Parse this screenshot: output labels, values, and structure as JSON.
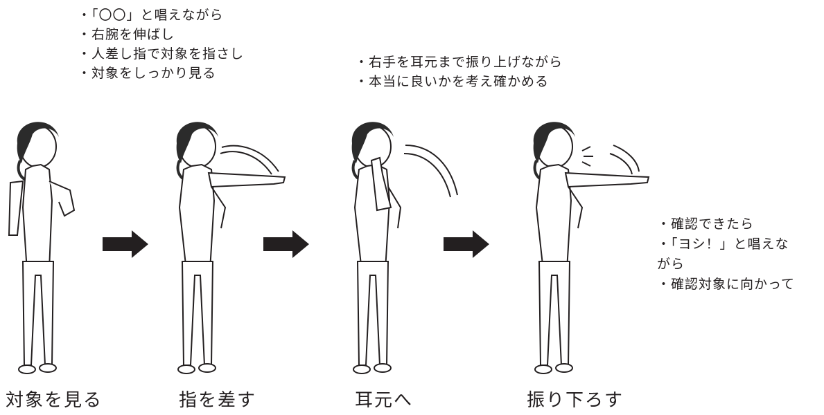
{
  "notes": {
    "step2": [
      "・「〇〇」と唱えながら",
      "・右腕を伸ばし",
      "・人差し指で対象を指さし",
      "・対象をしっかり見る"
    ],
    "step4": [
      "・右手を耳元まで振り上げながら",
      "・本当に良いかを考え確かめる"
    ],
    "step5": [
      "・確認できたら",
      "・「ヨシ！」と唱えな",
      "がら",
      "・確認対象に向かって"
    ]
  },
  "captions": [
    "対象を見る",
    "指を差す",
    "耳元へ",
    "振り下ろす"
  ],
  "colors": {
    "ink": "#231f20",
    "arrow": "#231f20",
    "hair": "#2b2b2b"
  }
}
